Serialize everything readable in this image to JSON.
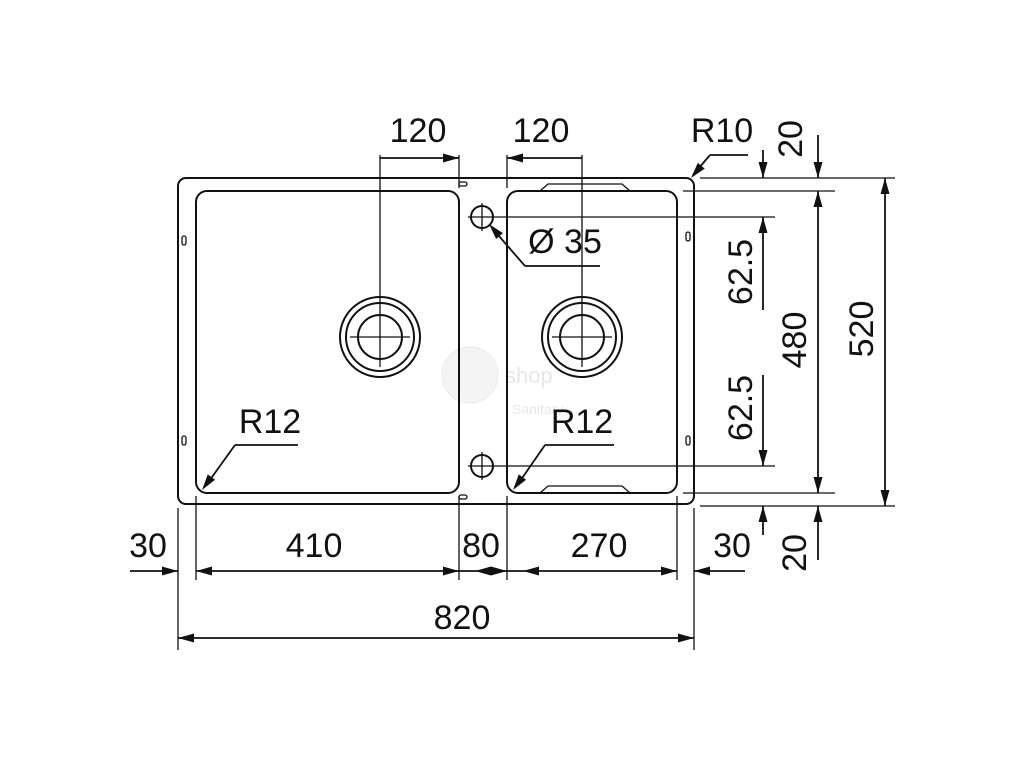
{
  "dimensions": {
    "top_left_drain_offset": "120",
    "top_right_drain_offset": "120",
    "corner_radius_outer": "R10",
    "top_rim_right": "20",
    "tap_hole_diameter": "Ø 35",
    "tap_hole_spacing_top": "62.5",
    "bowl_depth": "480",
    "overall_depth": "520",
    "tap_hole_spacing_bottom": "62.5",
    "left_bowl_radius": "R12",
    "right_bowl_radius": "R12",
    "bottom_rim_right": "20",
    "left_rim": "30",
    "left_bowl_width": "410",
    "divider_width": "80",
    "right_bowl_width": "270",
    "right_rim": "30",
    "overall_width": "820"
  },
  "watermark": {
    "text": "shop",
    "subtext": "Sanitary"
  }
}
